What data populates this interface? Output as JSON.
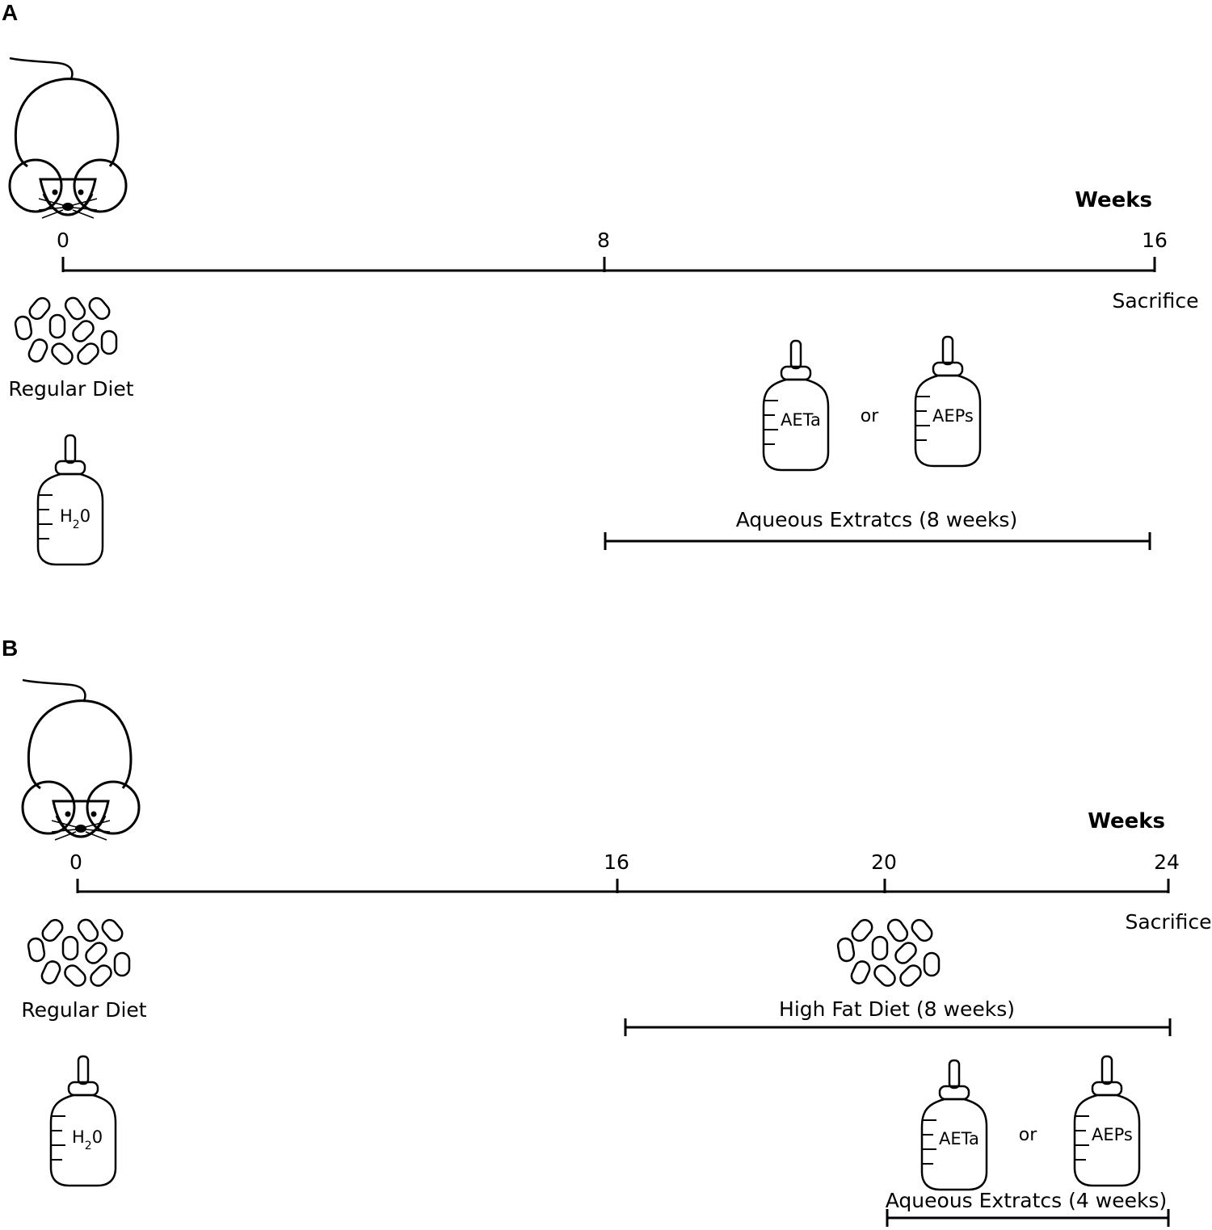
{
  "panel_a": {
    "letter": "A",
    "axis_title": "Weeks",
    "ticks": [
      "0",
      "8",
      "16"
    ],
    "end_label": "Sacrifice",
    "diet_label": "Regular Diet",
    "water_label": "H",
    "water_sub": "2",
    "water_tail": "0",
    "extract_1": "AETa",
    "or": "or",
    "extract_2": "AEPs",
    "treatment_label": "Aqueous Extratcs (8 weeks)"
  },
  "panel_b": {
    "letter": "B",
    "axis_title": "Weeks",
    "ticks": [
      "0",
      "16",
      "20",
      "24"
    ],
    "end_label": "Sacrifice",
    "diet_label": "Regular Diet",
    "hfd_label": "High Fat Diet (8 weeks)",
    "water_label": "H",
    "water_sub": "2",
    "water_tail": "0",
    "extract_1": "AETa",
    "or": "or",
    "extract_2": "AEPs",
    "treatment_label": "Aqueous Extratcs (4 weeks)"
  }
}
